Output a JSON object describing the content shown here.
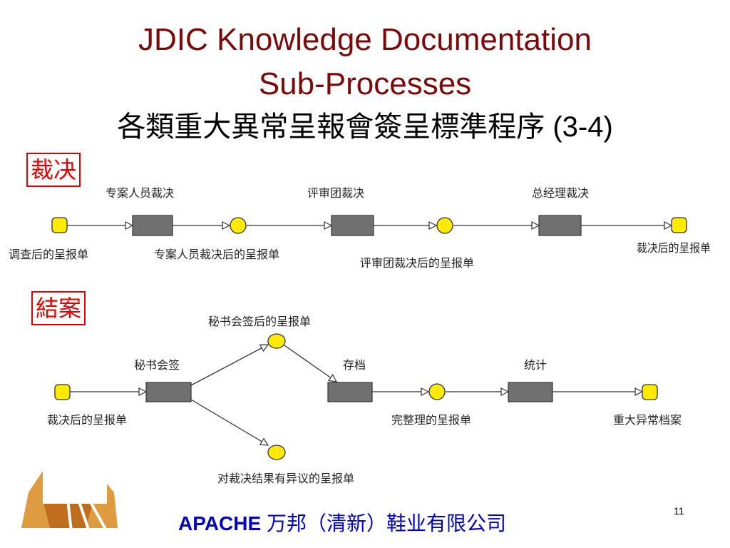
{
  "slide": {
    "title_line1": "JDIC Knowledge Documentation",
    "title_line2": "Sub-Processes",
    "title_line3": "各類重大異常呈報會簽呈標準程序 (3-4)",
    "page_number": "11",
    "footer_brand": "APACHE",
    "footer_company": "万邦（清新）鞋业有限公司"
  },
  "sections": {
    "ruling": {
      "tag": "裁决",
      "activities": [
        "专案人员裁决",
        "评审团裁决",
        "总经理裁决"
      ],
      "states": [
        "调查后的呈报单",
        "专案人员裁决后的呈报单",
        "评审团裁决后的呈报单",
        "裁决后的呈报单"
      ]
    },
    "closing": {
      "tag": "結案",
      "activities": [
        "秘书会签",
        "存档",
        "统计"
      ],
      "states": [
        "裁决后的呈报单",
        "秘书会签后的呈报单",
        "对裁决结果有异议的呈报单",
        "完整理的呈报单",
        "重大异常档案"
      ]
    }
  },
  "colors": {
    "title": "#7a0a0a",
    "tag": "#e00000",
    "activity_fill": "#707070",
    "state_fill": "#ffea00",
    "footer": "#0000c0"
  }
}
